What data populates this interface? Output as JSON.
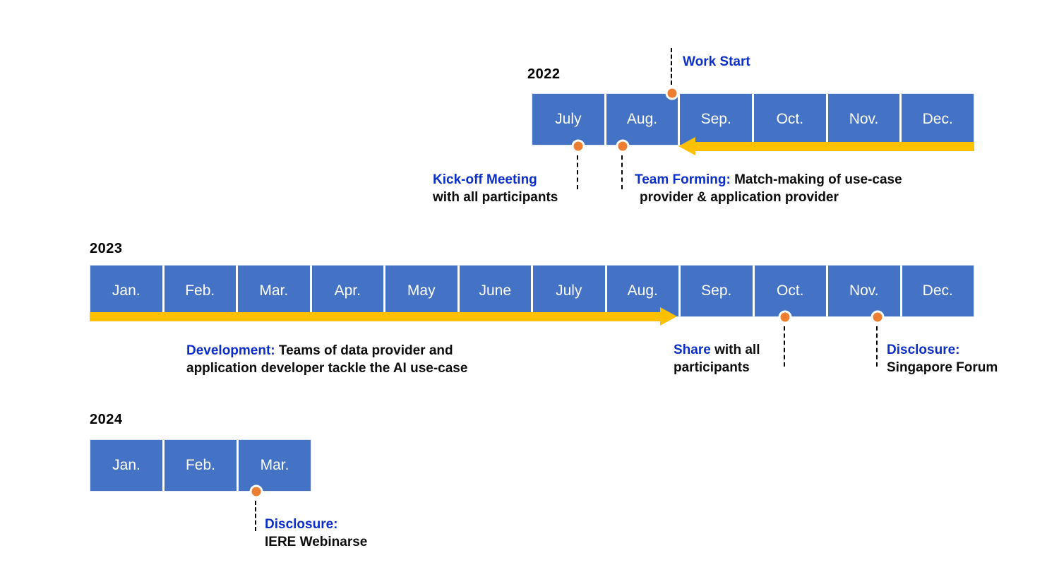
{
  "page": {
    "background": "#ffffff"
  },
  "colors": {
    "timeline_blue": "#4472C4",
    "arrow_yellow": "#FFC000",
    "milestone_orange": "#ED7D31",
    "accent_text_blue": "#0B2EC7",
    "text_black": "#000000"
  },
  "timelines": [
    {
      "year": "2022",
      "months": [
        "July",
        "Aug.",
        "Sep.",
        "Oct.",
        "Nov.",
        "Dec."
      ]
    },
    {
      "year": "2023",
      "months": [
        "Jan.",
        "Feb.",
        "Mar.",
        "Apr.",
        "May",
        "June",
        "July",
        "Aug.",
        "Sep.",
        "Oct.",
        "Nov.",
        "Dec."
      ]
    },
    {
      "year": "2024",
      "months": [
        "Jan.",
        "Feb.",
        "Mar."
      ]
    }
  ],
  "annotations": {
    "work_start": {
      "title": "Work Start"
    },
    "kickoff": {
      "title": "Kick-off Meeting",
      "line2": "with all participants"
    },
    "team_forming": {
      "title": "Team Forming:",
      "line1": "Match-making of use-case",
      "line2": "provider & application provider"
    },
    "development": {
      "title": "Development:",
      "line1": "Teams of data provider and",
      "line2": "application developer tackle the AI use-case"
    },
    "share": {
      "title": "Share",
      "line1": "with all",
      "line2": "participants"
    },
    "disclosure_singapore": {
      "title": "Disclosure:",
      "line2": "Singapore Forum"
    },
    "disclosure_iere": {
      "title": "Disclosure:",
      "line2": "IERE Webinarse"
    }
  }
}
